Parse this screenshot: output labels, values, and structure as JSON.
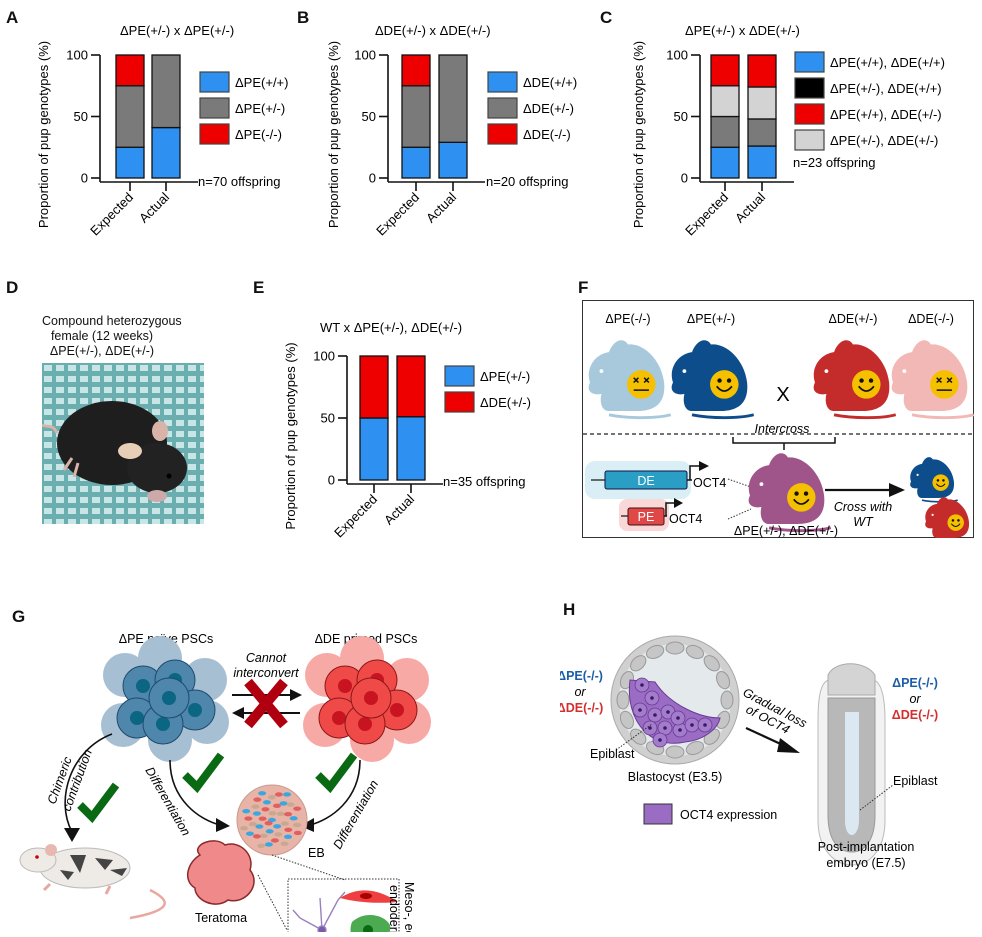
{
  "panels": {
    "A": "A",
    "B": "B",
    "C": "C",
    "D": "D",
    "E": "E",
    "F": "F",
    "G": "G",
    "H": "H"
  },
  "colors": {
    "blue": "#2e90f0",
    "gray": "#7a7a7a",
    "red": "#ee0000",
    "black": "#000000",
    "lightgray": "#d3d3d3"
  },
  "chart_data": [
    {
      "id": "A",
      "type": "bar",
      "stacked": true,
      "title": "ΔPE(+/-) x ΔPE(+/-)",
      "ylabel": "Proportion of pup genotypes (%)",
      "xlabel": "",
      "categories": [
        "Expected",
        "Actual"
      ],
      "ylim": [
        0,
        100
      ],
      "yticks": [
        "0",
        "50",
        "100"
      ],
      "series": [
        {
          "name": "ΔPE(+/+)",
          "color": "#2e90f0",
          "values": [
            25,
            41
          ]
        },
        {
          "name": "ΔPE(+/-)",
          "color": "#7a7a7a",
          "values": [
            50,
            59
          ]
        },
        {
          "name": "ΔPE(-/-)",
          "color": "#ee0000",
          "values": [
            25,
            0
          ]
        }
      ],
      "legend_order": [
        0,
        1,
        2
      ],
      "note": "n=70 offspring",
      "legend": "right"
    },
    {
      "id": "B",
      "type": "bar",
      "stacked": true,
      "title": "ΔDE(+/-) x ΔDE(+/-)",
      "ylabel": "Proportion of pup genotypes (%)",
      "xlabel": "",
      "categories": [
        "Expected",
        "Actual"
      ],
      "ylim": [
        0,
        100
      ],
      "yticks": [
        "0",
        "50",
        "100"
      ],
      "series": [
        {
          "name": "ΔDE(+/+)",
          "color": "#2e90f0",
          "values": [
            25,
            29
          ]
        },
        {
          "name": "ΔDE(+/-)",
          "color": "#7a7a7a",
          "values": [
            50,
            71
          ]
        },
        {
          "name": "ΔDE(-/-)",
          "color": "#ee0000",
          "values": [
            25,
            0
          ]
        }
      ],
      "legend_order": [
        0,
        1,
        2
      ],
      "note": "n=20 offspring",
      "legend": "right"
    },
    {
      "id": "C",
      "type": "bar",
      "stacked": true,
      "title": "ΔPE(+/-) x ΔDE(+/-)",
      "ylabel": "Proportion of pup genotypes (%)",
      "xlabel": "",
      "categories": [
        "Expected",
        "Actual"
      ],
      "ylim": [
        0,
        100
      ],
      "yticks": [
        "0",
        "50",
        "100"
      ],
      "series": [
        {
          "name": "ΔPE(+/+), ΔDE(+/+)",
          "color": "#2e90f0",
          "legend_color": "#2e90f0",
          "values": [
            25,
            26
          ]
        },
        {
          "name": "ΔPE(+/-), ΔDE(+/+)",
          "color": "#7a7a7a",
          "legend_color": "#000000",
          "values": [
            25,
            22
          ]
        },
        {
          "name": "ΔPE(+/-), ΔDE(+/-)",
          "color": "#d3d3d3",
          "legend_color": "#d3d3d3",
          "values": [
            25,
            26
          ]
        },
        {
          "name": "ΔPE(+/+), ΔDE(+/-)",
          "color": "#ee0000",
          "legend_color": "#ee0000",
          "values": [
            25,
            26
          ]
        }
      ],
      "legend_order": [
        0,
        1,
        3,
        2
      ],
      "note": "n=23 offspring",
      "legend": "right"
    },
    {
      "id": "E",
      "type": "bar",
      "stacked": true,
      "title": "WT x ΔPE(+/-), ΔDE(+/-)",
      "ylabel": "Proportion of pup genotypes (%)",
      "xlabel": "",
      "categories": [
        "Expected",
        "Actual"
      ],
      "ylim": [
        0,
        100
      ],
      "yticks": [
        "0",
        "50",
        "100"
      ],
      "series": [
        {
          "name": "ΔPE(+/-)",
          "color": "#2e90f0",
          "values": [
            50,
            51
          ]
        },
        {
          "name": "ΔDE(+/-)",
          "color": "#ee0000",
          "values": [
            50,
            49
          ]
        }
      ],
      "legend_order": [
        0,
        1
      ],
      "note": "n=35 offspring",
      "legend": "right"
    }
  ],
  "panelD": {
    "caption_line1": "Compound heterozygous",
    "caption_line2": "female (12 weeks)",
    "caption_line3": "ΔPE(+/-), ΔDE(+/-)",
    "photo": "black-mouse-photo"
  },
  "panelF": {
    "mice": [
      {
        "label": "ΔPE(-/-)",
        "color": "#a8c8dc",
        "face": "dead"
      },
      {
        "label": "ΔPE(+/-)",
        "color": "#0d4d8c",
        "face": "happy"
      },
      {
        "label": "ΔDE(+/-)",
        "color": "#c42b2b",
        "face": "happy"
      },
      {
        "label": "ΔDE(-/-)",
        "color": "#f2b8b5",
        "face": "dead"
      }
    ],
    "cross_symbol": "X",
    "intercross": "Intercross",
    "de_box": "DE",
    "pe_box": "PE",
    "gene1": "OCT4",
    "gene2": "OCT4",
    "compound_label": "ΔPE(+/-), ΔDE(+/-)",
    "cross_with_wt_line1": "Cross with",
    "cross_with_wt_line2": "WT",
    "compound_color": "#a0558a"
  },
  "panelG": {
    "naive": "ΔPE naïve PSCs",
    "primed": "ΔDE primed PSCs",
    "cannot1": "Cannot",
    "cannot2": "interconvert",
    "chimeric1": "Chimeric",
    "chimeric2": "contribution",
    "diff_left": "Differentiation",
    "diff_right": "Differentiation",
    "eb": "EB",
    "teratoma": "Teratoma",
    "germ_layers_line1": "Meso-, ecto-,",
    "germ_layers_line2": "endoderm"
  },
  "panelH": {
    "left_geno1": "ΔPE(-/-)",
    "left_or": "or",
    "left_geno2": "ΔDE(-/-)",
    "epiblast_left": "Epiblast",
    "blastocyst": "Blastocyst (E3.5)",
    "gradual1": "Gradual loss",
    "gradual2": "of OCT4",
    "right_geno1": "ΔPE(-/-)",
    "right_or": "or",
    "right_geno2": "ΔDE(-/-)",
    "epiblast_right": "Epiblast",
    "post1": "Post-implantation",
    "post2": "embryo (E7.5)",
    "legend_oct4": "OCT4 expression",
    "oct4_color": "#9a6cc4",
    "pe_color": "#1b5ea8",
    "de_color": "#d32f2f"
  }
}
